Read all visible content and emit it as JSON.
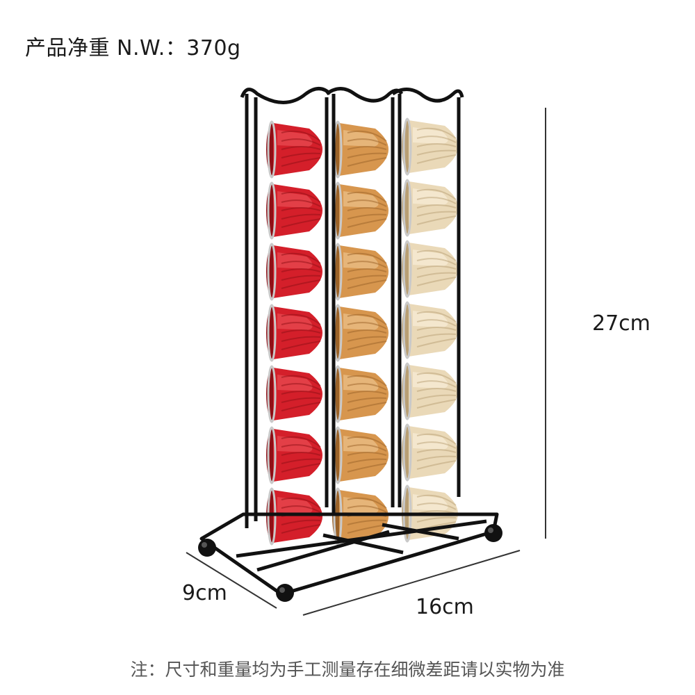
{
  "header": {
    "net_weight_label": "产品净重 N.W.：370g"
  },
  "dimensions": {
    "height_label": "27cm",
    "depth_label": "9cm",
    "width_label": "16cm"
  },
  "footer": {
    "note": "注：尺寸和重量均为手工测量存在细微差距请以实物为准"
  },
  "product": {
    "name": "coffee-capsule-rack",
    "columns": [
      {
        "capsule_color": "#d41f2a",
        "capsule_dark": "#8f0f16",
        "capsule_light": "#ef5a5f",
        "count": 7
      },
      {
        "capsule_color": "#d7964e",
        "capsule_dark": "#9a6228",
        "capsule_light": "#f3cf9c",
        "count": 7
      },
      {
        "capsule_color": "#ead9b8",
        "capsule_dark": "#b89f74",
        "capsule_light": "#fbf3e0",
        "count": 7
      }
    ],
    "frame_color": "#111111"
  }
}
